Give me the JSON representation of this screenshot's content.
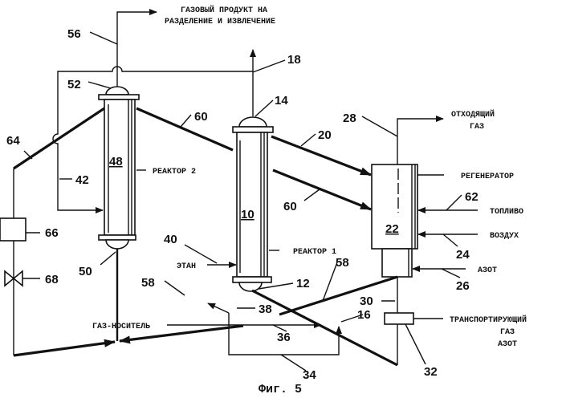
{
  "labels": {
    "gas_product_line1": "ГАЗОВЫЙ ПРОДУКТ НА",
    "gas_product_line2": "РАЗДЕЛЕНИЕ И ИЗВЛЕЧЕНИЕ",
    "reactor2": "РЕАКТОР 2",
    "reactor1": "РЕАКТОР 1",
    "offgas_line1": "ОТХОДЯЩИЙ",
    "offgas_line2": "ГАЗ",
    "regenerator": "РЕГЕНЕРАТОР",
    "fuel": "ТОПЛИВО",
    "air": "ВОЗДУХ",
    "nitrogen": "АЗОТ",
    "ethane": "ЭТАН",
    "carrier_gas": "ГАЗ-НОСИТЕЛЬ",
    "transport_line1": "ТРАНСПОРТИРУЮЩИЙ",
    "transport_line2": "ГАЗ",
    "transport_line3": "АЗОТ"
  },
  "numbers": {
    "n56": "56",
    "n52": "52",
    "n14": "14",
    "n18": "18",
    "n60a": "60",
    "n60b": "60",
    "n20": "20",
    "n28": "28",
    "n48": "48",
    "n10": "10",
    "n22": "22",
    "n62": "62",
    "n24": "24",
    "n26": "26",
    "n64": "64",
    "n42": "42",
    "n66": "66",
    "n68": "68",
    "n50": "50",
    "n40": "40",
    "n12": "12",
    "n58a": "58",
    "n58b": "58",
    "n38": "38",
    "n36": "36",
    "n16": "16",
    "n34": "34",
    "n30": "30",
    "n32": "32"
  },
  "caption": "Фиг. 5"
}
